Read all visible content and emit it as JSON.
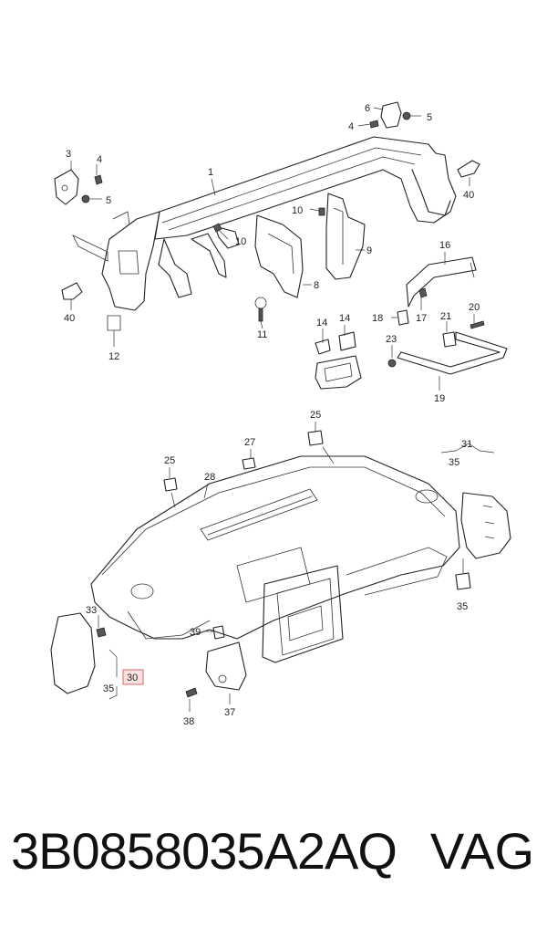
{
  "callouts": [
    "1",
    "3",
    "4",
    "5",
    "6",
    "4",
    "5",
    "10",
    "10",
    "40",
    "40",
    "12",
    "8",
    "9",
    "11",
    "14",
    "14",
    "16",
    "17",
    "18",
    "20",
    "21",
    "23",
    "19",
    "25",
    "25",
    "27",
    "28",
    "31",
    "35",
    "33",
    "35",
    "30",
    "39",
    "38",
    "37",
    "35"
  ],
  "highlight": {
    "label": "30",
    "color": "#e06666",
    "fill": "#fde2e2"
  },
  "footer": {
    "part_number": "3B0858035A2AQ",
    "brand": "VAG"
  }
}
